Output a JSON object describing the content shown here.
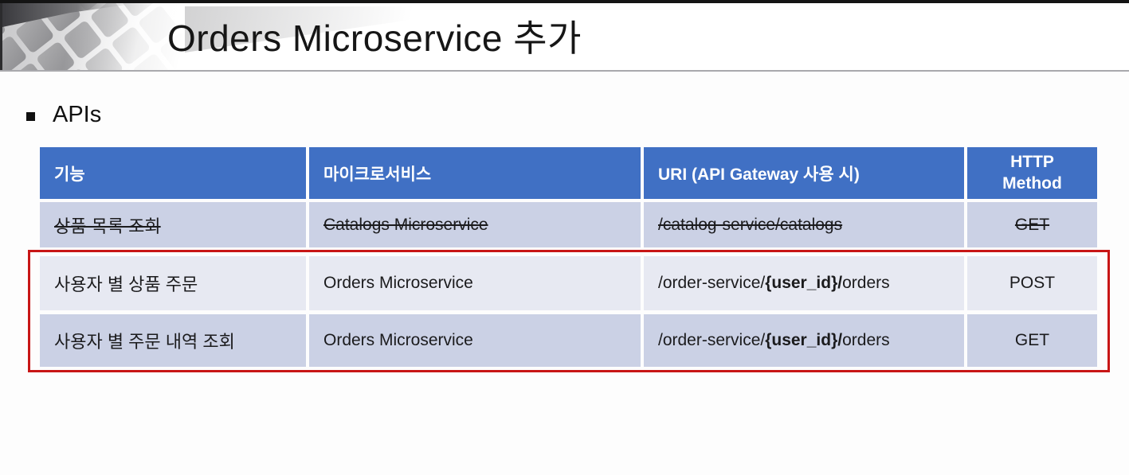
{
  "slide": {
    "title": "Orders Microservice 추가",
    "bullet": "APIs"
  },
  "table": {
    "headers": [
      "기능",
      "마이크로서비스",
      "URI (API Gateway 사용 시)",
      "HTTP Method"
    ],
    "rows": [
      {
        "feature": "상품 목록 조회",
        "microservice": "Catalogs Microservice",
        "uri_prefix": "/catalog-service/catalogs",
        "uri_bold": "",
        "uri_suffix": "",
        "method": "GET",
        "strikethrough": true
      },
      {
        "feature": "사용자 별 상품 주문",
        "microservice": "Orders Microservice",
        "uri_prefix": "/order-service/",
        "uri_bold": "{user_id}/",
        "uri_suffix": "orders",
        "method": "POST",
        "strikethrough": false
      },
      {
        "feature": "사용자 별 주문 내역 조회",
        "microservice": "Orders Microservice",
        "uri_prefix": "/order-service/",
        "uri_bold": "{user_id}/",
        "uri_suffix": "orders",
        "method": "GET",
        "strikethrough": false
      }
    ]
  },
  "colors": {
    "header_blue": "#4070c4",
    "band_dark": "#cbd1e5",
    "band_light": "#e7e9f2",
    "highlight_red": "#c81616"
  }
}
